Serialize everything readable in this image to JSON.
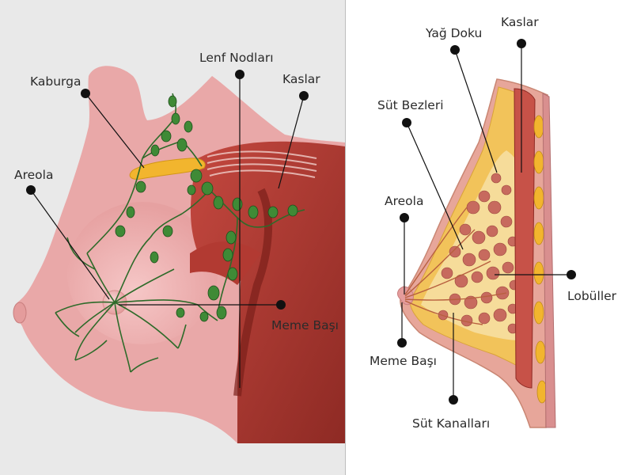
{
  "colors": {
    "left_bg": "#e9e9e9",
    "right_bg": "#ffffff",
    "divider": "#bdbdbd",
    "skin": "#e9a8a8",
    "skin_shadow": "#d98f8f",
    "muscle": "#a8332c",
    "muscle_light": "#c75248",
    "lymph": "#2e6b2a",
    "node": "#3f8a36",
    "rib": "#f2b52e",
    "fat": "#f2c35a",
    "lobule": "#c76a5e",
    "tissue": "#e8b0a0",
    "label_text": "#2b2b2b",
    "pointer": "#111111"
  },
  "left_panel": {
    "icon": "breast-lymph-side-view-illustration",
    "labels": {
      "kaburga": "Kaburga",
      "lenf": "Lenf Nodları",
      "kaslar": "Kaslar",
      "areola": "Areola",
      "meme_basi": "Meme Başı"
    }
  },
  "right_panel": {
    "icon": "breast-cross-section-illustration",
    "labels": {
      "yag": "Yağ Doku",
      "kaslar": "Kaslar",
      "sut_bezleri": "Süt Bezleri",
      "areola": "Areola",
      "lobuller": "Lobüller",
      "meme_basi": "Meme Başı",
      "sut_kanallari": "Süt Kanalları"
    }
  }
}
